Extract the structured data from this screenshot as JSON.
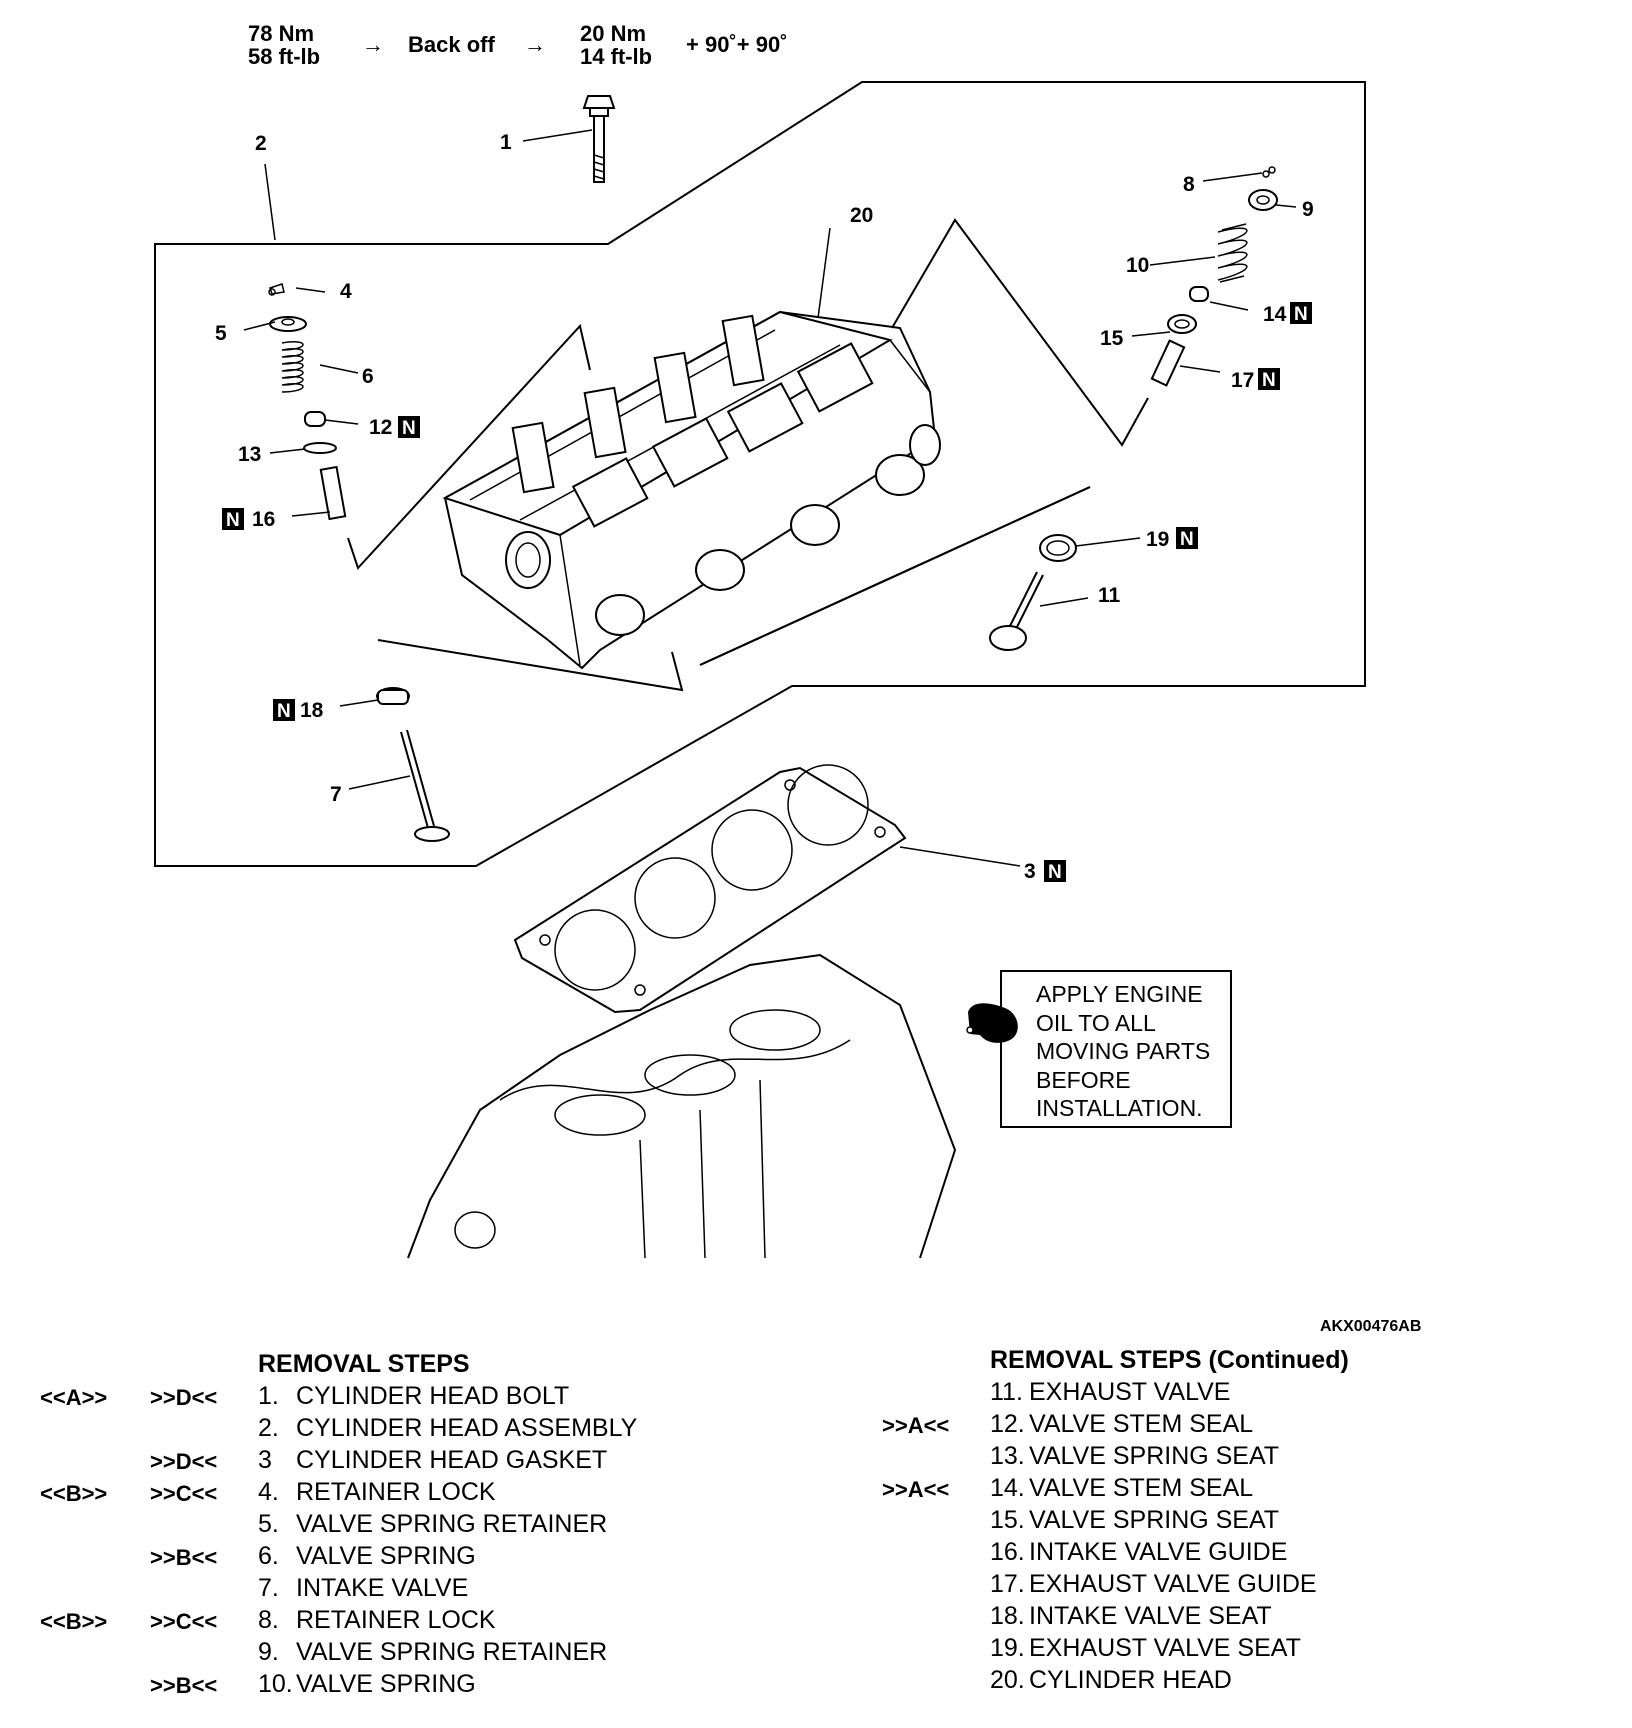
{
  "torque": {
    "step1_nm": "78 Nm",
    "step1_ftlb": "58 ft-lb",
    "arrow1": "→",
    "backoff": "Back off",
    "arrow2": "→",
    "step2_nm": "20 Nm",
    "step2_ftlb": "14 ft-lb",
    "angle": "+ 90˚+ 90˚"
  },
  "callouts": {
    "c1": "1",
    "c2": "2",
    "c3": "3",
    "c4": "4",
    "c5": "5",
    "c6": "6",
    "c7": "7",
    "c8": "8",
    "c9": "9",
    "c10": "10",
    "c11": "11",
    "c12": "12",
    "c13": "13",
    "c14": "14",
    "c15": "15",
    "c16": "16",
    "c17": "17",
    "c18": "18",
    "c19": "19",
    "c20": "20",
    "new_mark": "N"
  },
  "oil_note": {
    "line1": "APPLY ENGINE",
    "line2": "OIL TO ALL",
    "line3": "MOVING PARTS",
    "line4": "BEFORE",
    "line5": "INSTALLATION."
  },
  "figure_code": "AKX00476AB",
  "removal_left": {
    "heading": "REMOVAL STEPS",
    "steps": [
      {
        "rem": "<<A>>",
        "inst": ">>D<<",
        "num": "1.",
        "text": "CYLINDER HEAD BOLT"
      },
      {
        "rem": "",
        "inst": "",
        "num": "2.",
        "text": "CYLINDER HEAD ASSEMBLY"
      },
      {
        "rem": "",
        "inst": ">>D<<",
        "num": "3",
        "text": "CYLINDER HEAD GASKET"
      },
      {
        "rem": "<<B>>",
        "inst": ">>C<<",
        "num": "4.",
        "text": "RETAINER LOCK"
      },
      {
        "rem": "",
        "inst": "",
        "num": "5.",
        "text": "VALVE SPRING RETAINER"
      },
      {
        "rem": "",
        "inst": ">>B<<",
        "num": "6.",
        "text": "VALVE SPRING"
      },
      {
        "rem": "",
        "inst": "",
        "num": "7.",
        "text": "INTAKE VALVE"
      },
      {
        "rem": "<<B>>",
        "inst": ">>C<<",
        "num": "8.",
        "text": "RETAINER LOCK"
      },
      {
        "rem": "",
        "inst": "",
        "num": "9.",
        "text": "VALVE SPRING RETAINER"
      },
      {
        "rem": "",
        "inst": ">>B<<",
        "num": "10.",
        "text": "VALVE SPRING"
      }
    ]
  },
  "removal_right": {
    "heading": "REMOVAL STEPS (Continued)",
    "steps": [
      {
        "inst": "",
        "num": "11.",
        "text": "EXHAUST VALVE"
      },
      {
        "inst": ">>A<<",
        "num": "12.",
        "text": "VALVE STEM SEAL"
      },
      {
        "inst": "",
        "num": "13.",
        "text": "VALVE SPRING SEAT"
      },
      {
        "inst": ">>A<<",
        "num": "14.",
        "text": "VALVE STEM SEAL"
      },
      {
        "inst": "",
        "num": "15.",
        "text": "VALVE SPRING SEAT"
      },
      {
        "inst": "",
        "num": "16.",
        "text": "INTAKE VALVE GUIDE"
      },
      {
        "inst": "",
        "num": "17.",
        "text": "EXHAUST VALVE GUIDE"
      },
      {
        "inst": "",
        "num": "18.",
        "text": "INTAKE VALVE SEAT"
      },
      {
        "inst": "",
        "num": "19.",
        "text": "EXHAUST VALVE SEAT"
      },
      {
        "inst": "",
        "num": "20.",
        "text": "CYLINDER HEAD"
      }
    ]
  }
}
